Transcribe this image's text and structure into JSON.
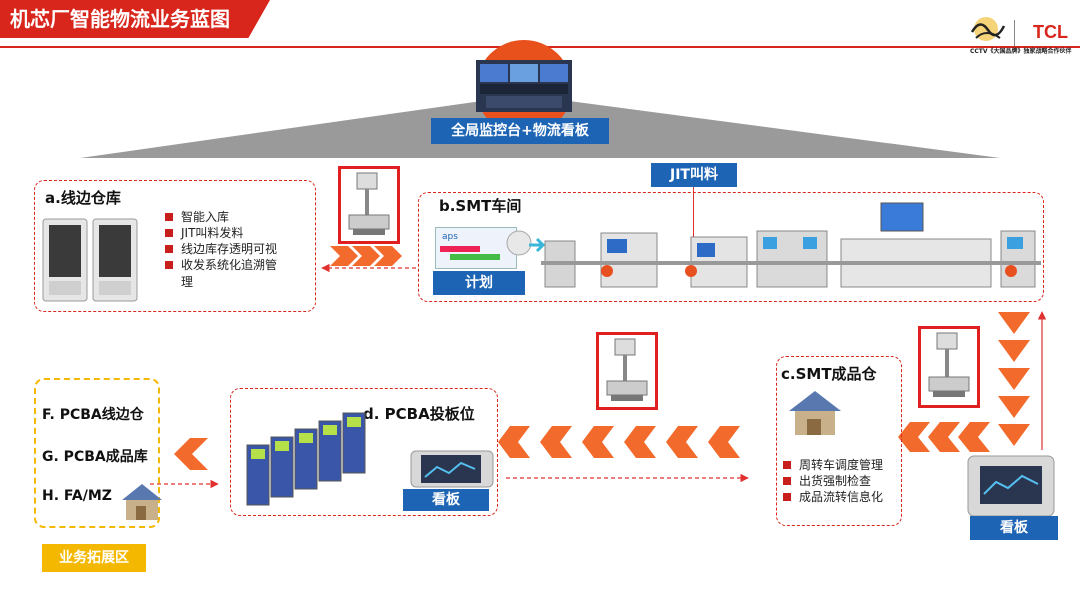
{
  "header": {
    "title": "机芯厂智能物流业务蓝图",
    "logo_text": "TCL",
    "logo_caption": "CCTV《大国品牌》独家战略合作伙伴",
    "colors": {
      "brand_red": "#d9261c",
      "label_blue": "#1e64b4",
      "extension_yellow": "#f5b800"
    }
  },
  "center": {
    "monitor_icon": "control-room-screen-icon",
    "label": "全局监控台+物流看板"
  },
  "line_side_warehouse": {
    "title": "a.线边仓库",
    "icon": "warehouse-cabinet-icon",
    "bullets": [
      "智能入库",
      "JIT叫料发料",
      "线边库存透明可视",
      "收发系统化追溯管",
      "理"
    ]
  },
  "smt_workshop": {
    "title": "b.SMT车间",
    "jit_label": "JIT叫料",
    "plan_label": "计划",
    "aps_text": "aps",
    "line_icon": "smt-production-line-icon"
  },
  "smt_finished_warehouse": {
    "title": "c.SMT成品仓",
    "bullets": [
      "周转车调度管理",
      "出货强制检查",
      "成品流转信息化"
    ],
    "board_label": "看板"
  },
  "pcba_feeding": {
    "title": "d. PCBA投板位",
    "board_label": "看板",
    "icon": "pcba-rack-icon"
  },
  "extension": {
    "items": [
      "F. PCBA线边仓",
      "G. PCBA成品库",
      "H. FA/MZ"
    ],
    "label": "业务拓展区"
  }
}
